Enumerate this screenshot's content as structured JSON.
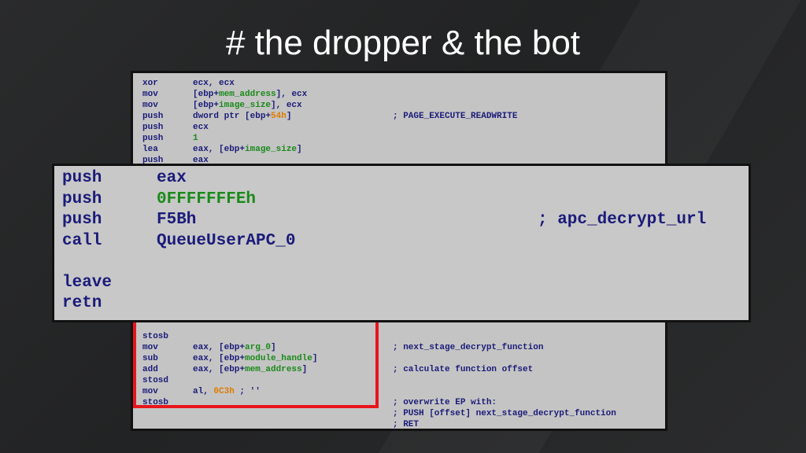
{
  "slide": {
    "title": "# the dropper & the bot"
  },
  "top_code": [
    {
      "op": "xor",
      "args": [
        {
          "t": "ecx, ecx",
          "c": "n"
        }
      ],
      "comment": ""
    },
    {
      "op": "mov",
      "args": [
        {
          "t": "[ebp+",
          "c": "n"
        },
        {
          "t": "mem_address",
          "c": "g"
        },
        {
          "t": "], ecx",
          "c": "n"
        }
      ],
      "comment": ""
    },
    {
      "op": "mov",
      "args": [
        {
          "t": "[ebp+",
          "c": "n"
        },
        {
          "t": "image_size",
          "c": "g"
        },
        {
          "t": "], ecx",
          "c": "n"
        }
      ],
      "comment": ""
    },
    {
      "op": "push",
      "args": [
        {
          "t": "dword ptr [ebp+",
          "c": "n"
        },
        {
          "t": "54h",
          "c": "o"
        },
        {
          "t": "]",
          "c": "n"
        }
      ],
      "comment": "; PAGE_EXECUTE_READWRITE"
    },
    {
      "op": "push",
      "args": [
        {
          "t": "ecx",
          "c": "n"
        }
      ],
      "comment": ""
    },
    {
      "op": "push",
      "args": [
        {
          "t": "1",
          "c": "g"
        }
      ],
      "comment": ""
    },
    {
      "op": "lea",
      "args": [
        {
          "t": "eax, [ebp+",
          "c": "n"
        },
        {
          "t": "image_size",
          "c": "g"
        },
        {
          "t": "]",
          "c": "n"
        }
      ],
      "comment": ""
    },
    {
      "op": "push",
      "args": [
        {
          "t": "eax",
          "c": "n"
        }
      ],
      "comment": ""
    }
  ],
  "front_code": [
    {
      "op": "push",
      "args": [
        {
          "t": "eax",
          "c": "n"
        }
      ],
      "comment": ""
    },
    {
      "op": "push",
      "args": [
        {
          "t": "0FFFFFFFEh",
          "c": "g"
        }
      ],
      "comment": ""
    },
    {
      "op": "push",
      "args": [
        {
          "t": "F5Bh",
          "c": "n"
        }
      ],
      "comment": "; apc_decrypt_url"
    },
    {
      "op": "call",
      "args": [
        {
          "t": "QueueUserAPC_0",
          "c": "n"
        }
      ],
      "comment": ""
    },
    {
      "op": "",
      "args": [],
      "comment": ""
    },
    {
      "op": "leave",
      "args": [],
      "comment": ""
    },
    {
      "op": "retn",
      "args": [],
      "comment": ""
    }
  ],
  "bottom_code": [
    {
      "op": "stosb",
      "args": [],
      "comment": ""
    },
    {
      "op": "mov",
      "args": [
        {
          "t": "eax, [ebp+",
          "c": "n"
        },
        {
          "t": "arg_0",
          "c": "g"
        },
        {
          "t": "]",
          "c": "n"
        }
      ],
      "comment": "; next_stage_decrypt_function"
    },
    {
      "op": "sub",
      "args": [
        {
          "t": "eax, [ebp+",
          "c": "n"
        },
        {
          "t": "module_handle",
          "c": "g"
        },
        {
          "t": "]",
          "c": "n"
        }
      ],
      "comment": ""
    },
    {
      "op": "add",
      "args": [
        {
          "t": "eax, [ebp+",
          "c": "n"
        },
        {
          "t": "mem_address",
          "c": "g"
        },
        {
          "t": "]",
          "c": "n"
        }
      ],
      "comment": "; calculate function offset"
    },
    {
      "op": "stosd",
      "args": [],
      "comment": ""
    },
    {
      "op": "mov",
      "args": [
        {
          "t": "al, ",
          "c": "n"
        },
        {
          "t": "0C3h",
          "c": "o"
        },
        {
          "t": " ; ''",
          "c": "c"
        }
      ],
      "comment": ""
    },
    {
      "op": "stosb",
      "args": [],
      "comment": "; overwrite EP with:"
    },
    {
      "op": "",
      "args": [],
      "comment": "; PUSH [offset] next_stage_decrypt_function"
    },
    {
      "op": "",
      "args": [],
      "comment": "; RET"
    }
  ],
  "colors": {
    "code_blue": "#1b1b7a",
    "code_green": "#1a8a1a",
    "code_orange": "#e07b00",
    "highlight_red": "#e8151b",
    "panel_bg": "#c4c4c4",
    "slide_bg": "#262728"
  }
}
